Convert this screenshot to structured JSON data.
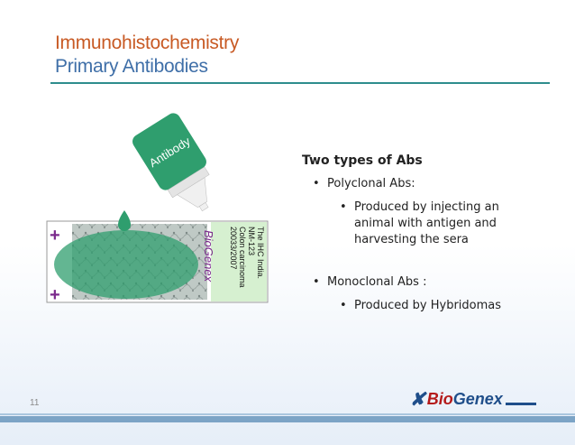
{
  "header": {
    "title_line1": "Immunohistochemistry",
    "title_line2": "Primary Antibodies"
  },
  "illustration": {
    "bottle_label": "Antibody",
    "slide_brand": "BioGenex",
    "slide_label_lines": [
      "The IHC India.",
      "NM-123",
      "Colon carcinoma",
      "20033/2007"
    ],
    "plus_symbol": "+"
  },
  "content": {
    "heading": "Two types of Abs",
    "items": [
      {
        "label": "Polyclonal Abs:",
        "detail": "Produced by injecting an animal with antigen and harvesting the sera"
      },
      {
        "label": "Monoclonal Abs :",
        "detail": "Produced by Hybridomas"
      }
    ]
  },
  "footer": {
    "page_number": "11",
    "logo_bio": "Bio",
    "logo_genex": "Genex"
  },
  "colors": {
    "title_orange": "#c85a24",
    "title_blue": "#3f6fa8",
    "accent_teal": "#2e8d8d",
    "antibody_green": "#2f9e6e",
    "brand_purple": "#7b2a8c"
  }
}
